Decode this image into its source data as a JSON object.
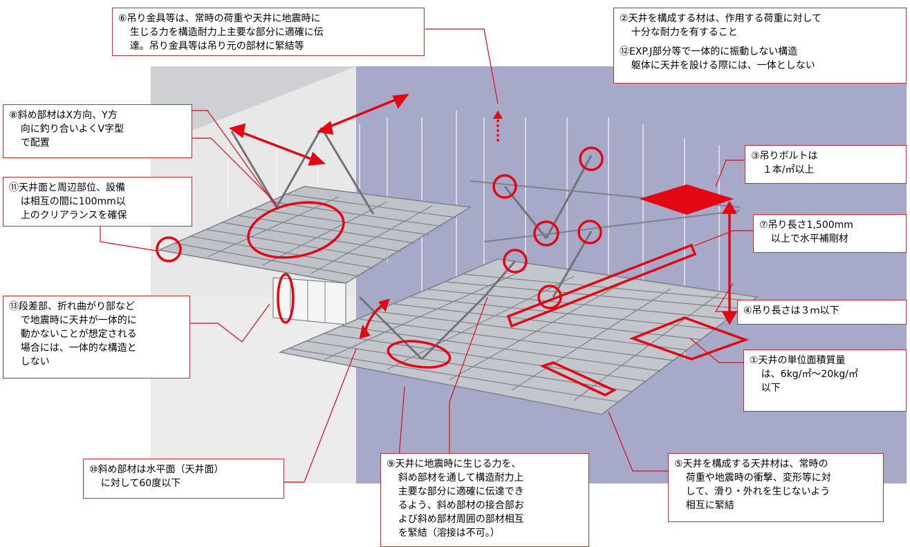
{
  "colors": {
    "accent": "#e30613",
    "wall_back": "#a9abc9",
    "wall_side": "#e9e9e9",
    "floor": "#c8d2d8",
    "grid_steel": "#8c8f96"
  },
  "notes": {
    "n1": [
      "①天井の単位面積質量",
      "は、6kg/㎡～20kg/㎡",
      "以下"
    ],
    "n2": [
      "②天井を構成する材は、作用する荷重に対して",
      "十分な耐力を有すること"
    ],
    "n12": [
      "⑫EXP.J部分等で一体的に振動しない構造",
      "躯体に天井を設ける際には、一体としない"
    ],
    "n3": [
      "③吊りボルトは",
      "１本/㎡以上"
    ],
    "n4": [
      "④吊り長さは３ｍ以下"
    ],
    "n5": [
      "⑤天井を構成する天井材は、常時の",
      "荷重や地震時の衝撃、変形等に対",
      "して、滑り・外れを生じないよう",
      "相互に緊結"
    ],
    "n6": [
      "⑥吊り金具等は、常時の荷重や天井に地震時に",
      "生じる力を構造耐力上主要な部分に適確に伝",
      "達。吊り金具等は吊り元の部材に緊結等"
    ],
    "n7": [
      "⑦吊り長さ1,500mm",
      "以上で水平補剛材"
    ],
    "n8": [
      "⑧斜め部材はX方向、Y方",
      "向に釣り合いよくV字型",
      "で配置"
    ],
    "n9": [
      "⑨天井に地震時に生じる力を、",
      "斜め部材を通して構造耐力上",
      "主要な部分に適確に伝達でき",
      "るよう、斜め部材の接合部お",
      "よび斜め部材周囲の部材相互",
      "を緊結（溶接は不可。）"
    ],
    "n10": [
      "⑩斜め部材は水平面（天井面）",
      "に対して60度以下"
    ],
    "n11": [
      "⑪天井面と周辺部位、設備",
      "は相互の間に100mm以",
      "上のクリアランスを確保"
    ],
    "n13": [
      "⑬段差部、折れ曲がり部など",
      "で地震時に天井が一体的に",
      "動かないことが想定される",
      "場合には、一体的な構造と",
      "しない"
    ]
  }
}
